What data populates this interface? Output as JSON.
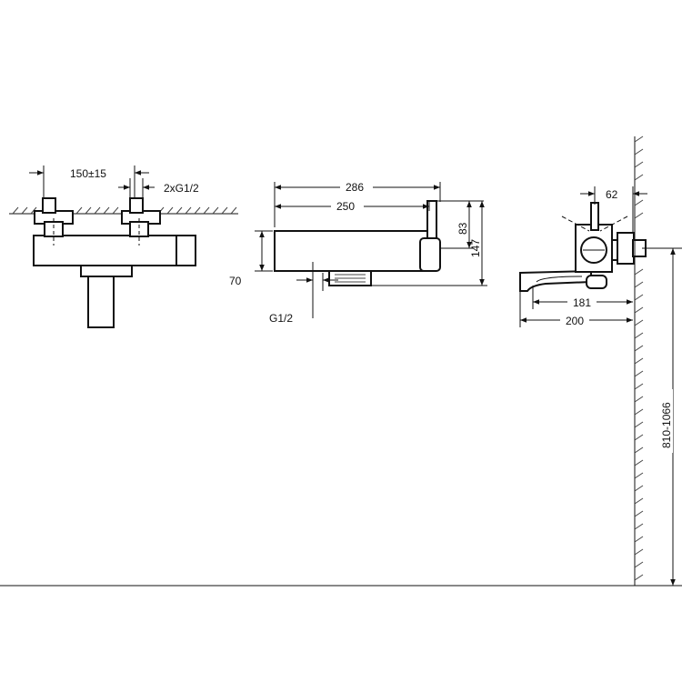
{
  "front_view": {
    "dim_spacing": "150±15",
    "dim_thread": "2xG1/2"
  },
  "side_view": {
    "dim_length_total": "286",
    "dim_length_body": "250",
    "dim_height_lever": "83",
    "dim_height_total": "147",
    "dim_height_outlet": "70",
    "dim_thread": "G1/2"
  },
  "end_view": {
    "dim_lever": "62",
    "dim_spout_inner": "181",
    "dim_spout_outer": "200"
  },
  "wall": {
    "dim_install_height": "810-1066"
  }
}
